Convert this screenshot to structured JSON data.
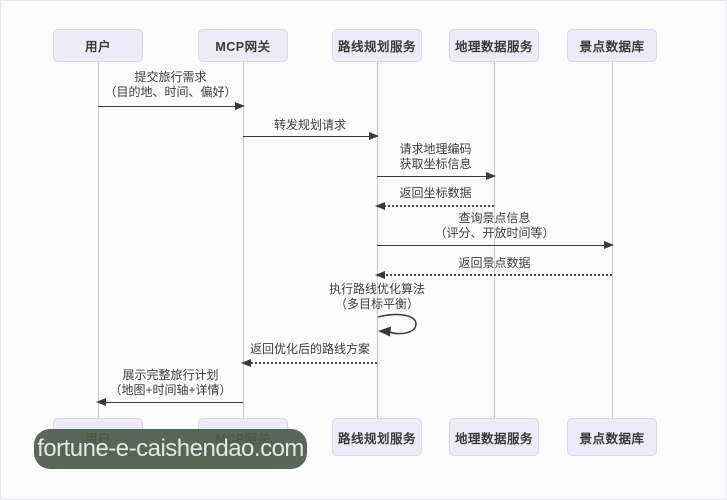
{
  "diagram": {
    "actors": [
      {
        "name": "用户"
      },
      {
        "name": "MCP网关"
      },
      {
        "name": "路线规划服务"
      },
      {
        "name": "地理数据服务"
      },
      {
        "name": "景点数据库"
      }
    ],
    "messages": [
      {
        "line1": "提交旅行需求",
        "line2": "（目的地、时间、偏好）",
        "type": "solid",
        "from": "用户",
        "to": "MCP网关"
      },
      {
        "line1": "转发规划请求",
        "type": "solid",
        "from": "MCP网关",
        "to": "路线规划服务"
      },
      {
        "line1": "请求地理编码",
        "line2": "获取坐标信息",
        "type": "solid",
        "from": "路线规划服务",
        "to": "地理数据服务"
      },
      {
        "line1": "返回坐标数据",
        "type": "dashed",
        "from": "地理数据服务",
        "to": "路线规划服务"
      },
      {
        "line1": "查询景点信息",
        "line2": "（评分、开放时间等）",
        "type": "solid",
        "from": "路线规划服务",
        "to": "景点数据库"
      },
      {
        "line1": "返回景点数据",
        "type": "dashed",
        "from": "景点数据库",
        "to": "路线规划服务"
      },
      {
        "line1": "执行路线优化算法",
        "line2": "（多目标平衡）",
        "type": "self",
        "from": "路线规划服务",
        "to": "路线规划服务"
      },
      {
        "line1": "返回优化后的路线方案",
        "type": "dashed",
        "from": "路线规划服务",
        "to": "MCP网关"
      },
      {
        "line1": "展示完整旅行计划",
        "line2": "（地图+时间轴+详情）",
        "type": "solid",
        "from": "MCP网关",
        "to": "用户"
      }
    ]
  },
  "watermark": {
    "text": "fortune-e-caishendao.com",
    "background_color": "#4a5c4c",
    "text_color": "#e6e6e3"
  },
  "colors": {
    "actor_box_bg": "#ecebf7",
    "actor_box_border": "#d9d7e8",
    "arrow": "#3a3a3a",
    "lifeline": "#c8c8d0"
  }
}
